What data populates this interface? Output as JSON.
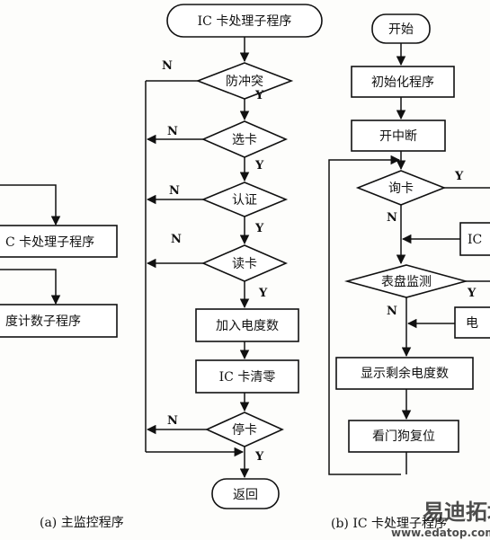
{
  "left": {
    "box_top_text": "C 卡处理子程序",
    "box_bottom_text": "度计数子程序"
  },
  "a": {
    "start": "IC 卡处理子程序",
    "d1": "防冲突",
    "d2": "选卡",
    "d3": "认证",
    "d4": "读卡",
    "p1": "加入电度数",
    "p2": "IC 卡清零",
    "d5": "停卡",
    "end": "返回",
    "yes": "Y",
    "no": "N",
    "caption": "(a)  主监控程序"
  },
  "b": {
    "start": "开始",
    "p1": "初始化程序",
    "p2": "开中断",
    "d1": "询卡",
    "d2": "表盘监测",
    "p3": "显示剩余电度数",
    "p4": "看门狗复位",
    "side_top": "IC",
    "side_bottom": "电",
    "yes": "Y",
    "no": "N",
    "caption": "(b)  IC 卡处理子程序"
  },
  "watermark": {
    "main": "易迪拓培训",
    "url": "www.edatop.com"
  },
  "colors": {
    "ink": "#111111",
    "watermark": "#d9534f",
    "watermark_url": "#e8a0a0"
  }
}
